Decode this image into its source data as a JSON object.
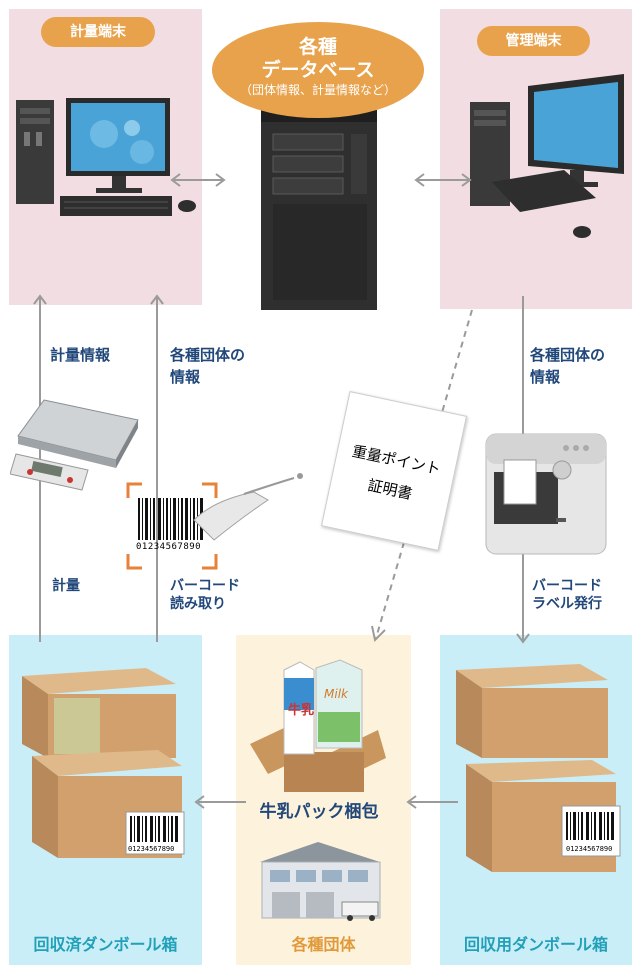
{
  "terminals": {
    "measure": "計量端末",
    "manage": "管理端末"
  },
  "database": {
    "line1": "各種",
    "line2": "データベース",
    "line3": "（団体情報、計量情報など）"
  },
  "labels": {
    "measure_info": "計量情報",
    "org_info_left_1": "各種団体の",
    "org_info_left_2": "情報",
    "org_info_right_1": "各種団体の",
    "org_info_right_2": "情報",
    "weigh": "計量",
    "barcode_read_1": "バーコード",
    "barcode_read_2": "読み取り",
    "barcode_issue_1": "バーコード",
    "barcode_issue_2": "ラベル発行",
    "milk_pack": "牛乳パック梱包"
  },
  "certificate": {
    "line1": "重量ポイント",
    "line2": "証明書"
  },
  "barcode_number": "01234567890",
  "bottom": {
    "left": "回収済ダンボール箱",
    "center": "各種団体",
    "right": "回収用ダンボール箱"
  },
  "milk_box_text": {
    "kanji": "牛乳",
    "milk": "Milk"
  },
  "colors": {
    "pink": "#f1dde2",
    "blue": "#c9eef8",
    "cream": "#fdf2dc",
    "orange": "#e8a24b",
    "navy": "#22487a",
    "teal": "#22a0b8"
  }
}
